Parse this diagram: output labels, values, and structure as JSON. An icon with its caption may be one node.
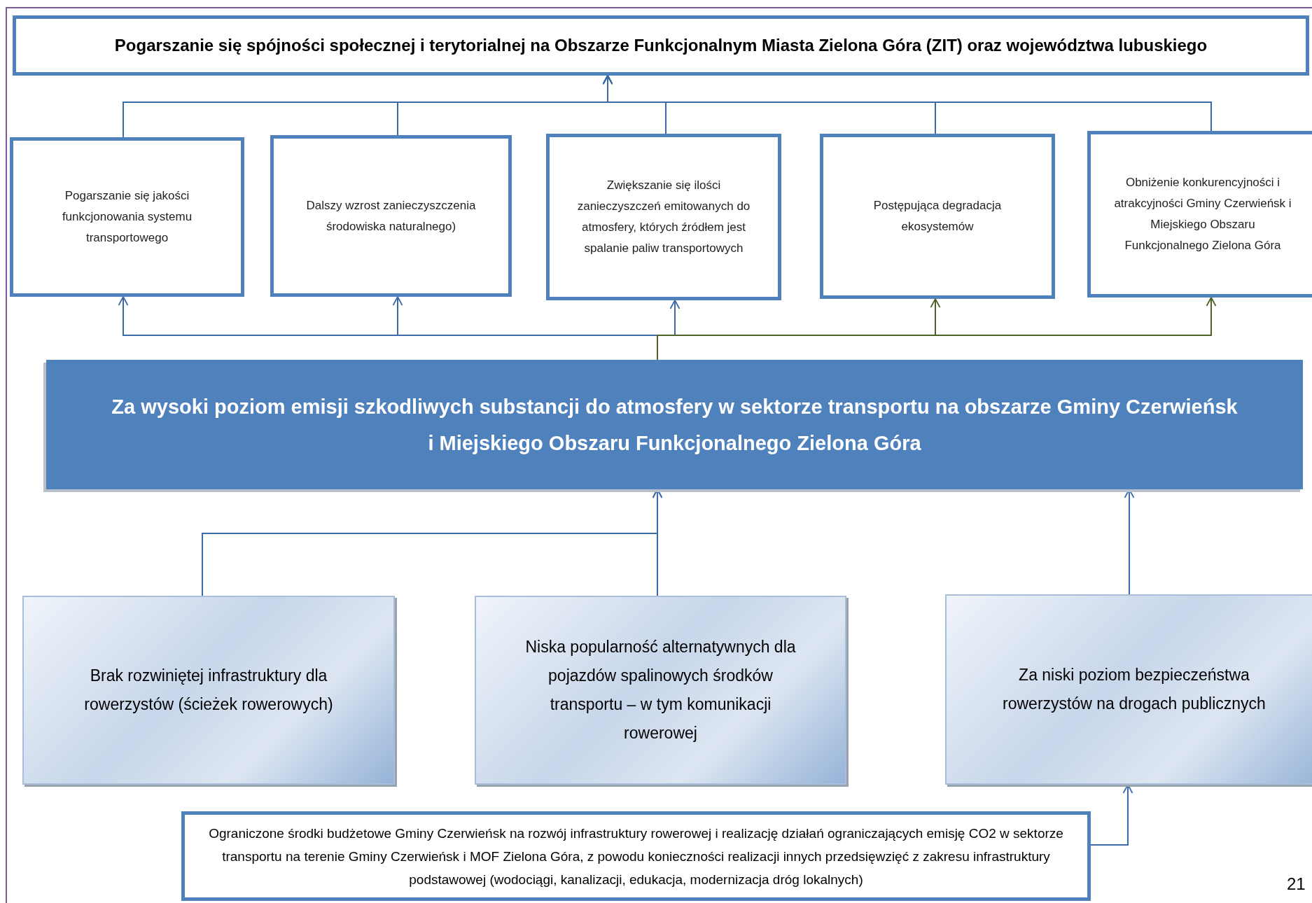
{
  "diagram": {
    "nodes": [
      {
        "text": [
          "Pogarszanie się spójności społecznej i terytorialnej na Obszarze Funkcjonalnym Miasta Zielona Góra (ZIT) oraz województwa lubuskiego"
        ]
      },
      {
        "text": [
          "Pogarszanie się jakości funkcjonowania systemu transportowego"
        ]
      },
      {
        "text": [
          "Dalszy wzrost zanieczyszczenia środowiska naturalnego)"
        ]
      },
      {
        "text": [
          "Zwiększanie się ilości zanieczyszczeń emitowanych do atmosfery, których źródłem jest spalanie paliw transportowych"
        ]
      },
      {
        "text": [
          "Postępująca degradacja ekosystemów"
        ]
      },
      {
        "text": [
          "Obniżenie konkurencyjności i atrakcyjności Gminy Czerwieńsk i Miejskiego Obszaru Funkcjonalnego Zielona Góra"
        ]
      },
      {
        "text": [
          "Za wysoki poziom emisji szkodliwych substancji do atmosfery w sektorze transportu na obszarze Gminy Czerwieńsk i Miejskiego Obszaru Funkcjonalnego Zielona Góra"
        ]
      },
      {
        "text": [
          "Brak rozwiniętej infrastruktury dla rowerzystów (ścieżek rowerowych)"
        ]
      },
      {
        "text": [
          "Niska popularność alternatywnych dla pojazdów spalinowych środków transportu – w tym komunikacji rowerowej"
        ]
      },
      {
        "text": [
          "Za niski poziom bezpieczeństwa rowerzystów na drogach publicznych"
        ]
      },
      {
        "text": [
          "Ograniczone środki budżetowe Gminy Czerwieńsk na rozwój infrastruktury rowerowej i realizację działań ograniczających emisję CO2 w sektorze transportu na terenie Gminy Czerwieńsk i MOF Zielona Góra, z powodu konieczności realizacji innych przedsięwzięć z zakresu infrastruktury podstawowej (wodociągi, kanalizacji, edukacja, modernizacja dróg lokalnych)"
        ]
      }
    ],
    "edges": [
      {
        "from": 1,
        "to": 0,
        "arrow": "to"
      },
      {
        "from": 2,
        "to": 0,
        "arrow": "to"
      },
      {
        "from": 3,
        "to": 0,
        "arrow": "to"
      },
      {
        "from": 4,
        "to": 0,
        "arrow": "to"
      },
      {
        "from": 5,
        "to": 0,
        "arrow": "to"
      },
      {
        "from": 6,
        "to": 1,
        "arrow": "to"
      },
      {
        "from": 6,
        "to": 2,
        "arrow": "to"
      },
      {
        "from": 6,
        "to": 3,
        "arrow": "to"
      },
      {
        "from": 6,
        "to": 4,
        "arrow": "to",
        "color": "#4f6228"
      },
      {
        "from": 6,
        "to": 5,
        "arrow": "to",
        "color": "#4f6228"
      },
      {
        "from": 7,
        "to": 6,
        "arrow": "to"
      },
      {
        "from": 8,
        "to": 6,
        "arrow": "to"
      },
      {
        "from": 9,
        "to": 6,
        "arrow": "to"
      },
      {
        "from": 10,
        "to": 9,
        "arrow": "to"
      }
    ],
    "labels": [
      "21"
    ]
  }
}
